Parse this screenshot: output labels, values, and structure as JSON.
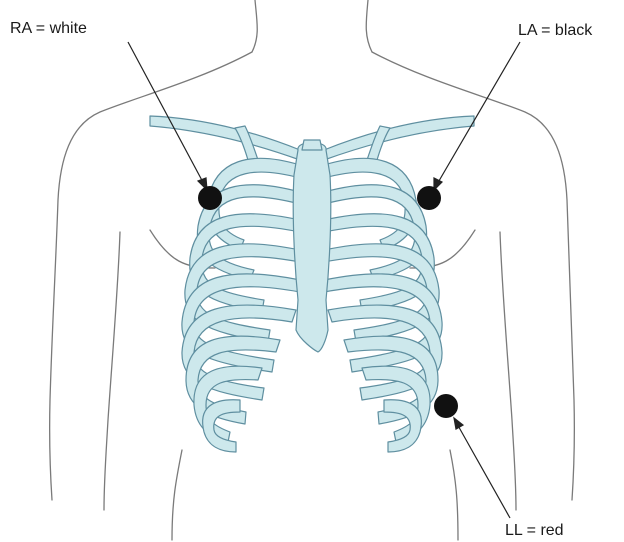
{
  "labels": {
    "ra": "RA =  white",
    "la": "LA =  black",
    "ll": "LL =  red"
  },
  "colors": {
    "bone_fill": "#cde8ec",
    "bone_stroke": "#5f8fa0",
    "outline": "#7a7a7a",
    "electrode": "#111111",
    "leader": "#222222"
  },
  "electrodes": [
    "right-arm-electrode",
    "left-arm-electrode",
    "left-leg-electrode"
  ]
}
